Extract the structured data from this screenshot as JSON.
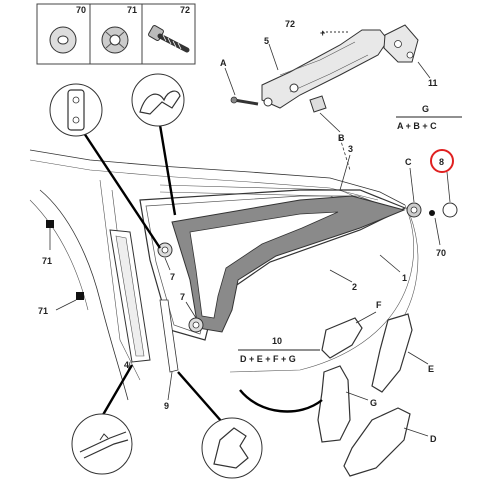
{
  "parts": {
    "p70": "70",
    "p71_top": "71",
    "p72_top": "72",
    "p72_hinge": "72",
    "p5": "5",
    "pA": "A",
    "p11": "11",
    "pB": "B",
    "p3": "3",
    "pC": "C",
    "p8": "8",
    "p70_right": "70",
    "p1": "1",
    "p2": "2",
    "p7a": "7",
    "p7b": "7",
    "p71_a": "71",
    "p71_b": "71",
    "p4": "4",
    "p9": "9",
    "p10": "10",
    "pF": "F",
    "pE": "E",
    "pG": "G",
    "pD": "D"
  },
  "formulas": {
    "g_top": "G",
    "g_bottom": "A + B + C",
    "ten_top": "10",
    "ten_bottom": "D + E + F + G"
  },
  "colors": {
    "glass": "#8a8a8a",
    "highlight": "#e02020",
    "ink": "#222222"
  }
}
